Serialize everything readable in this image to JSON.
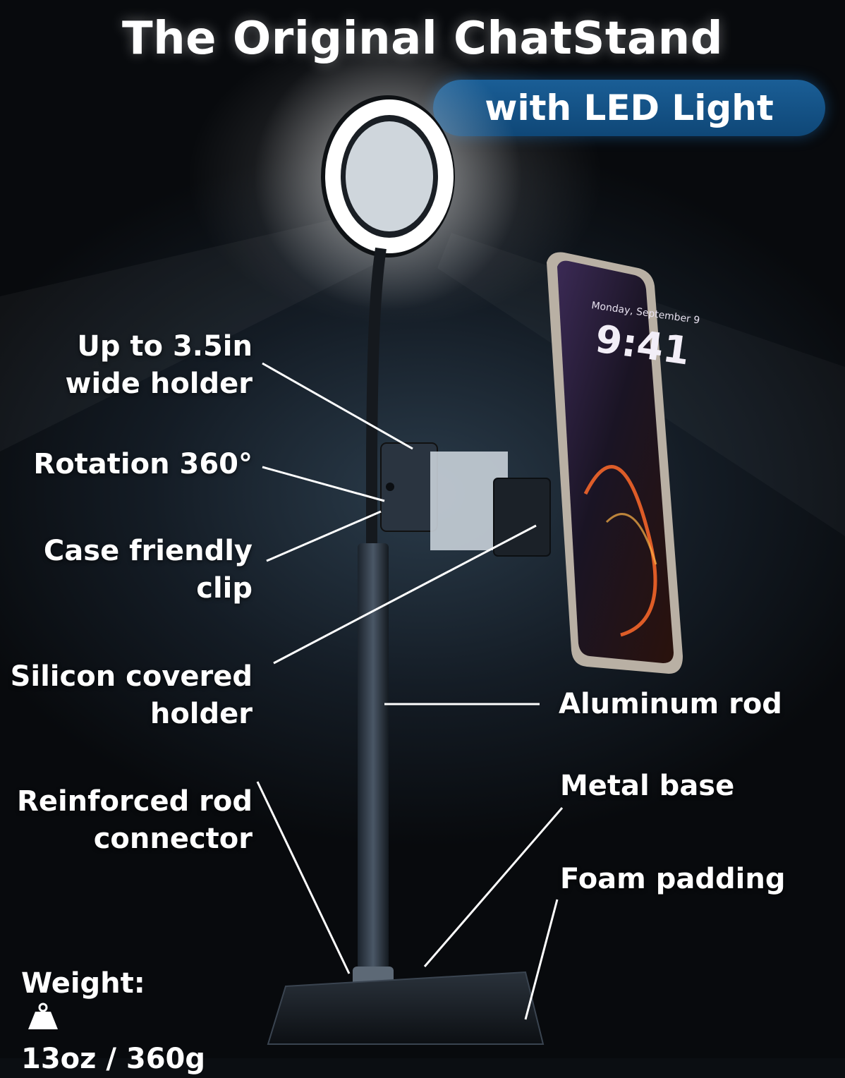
{
  "header": {
    "title": "The Original ChatStand",
    "subtitle": "with LED Light"
  },
  "callouts": {
    "holder_width": {
      "line1": "Up to 3.5in",
      "line2": "wide holder"
    },
    "rotation": {
      "line1": "Rotation 360°"
    },
    "case_clip": {
      "line1": "Case friendly",
      "line2": "clip"
    },
    "silicon_holder": {
      "line1": "Silicon covered",
      "line2": "holder"
    },
    "rod_connector": {
      "line1": "Reinforced rod",
      "line2": "connector"
    },
    "aluminum_rod": {
      "line1": "Aluminum rod"
    },
    "metal_base": {
      "line1": "Metal base"
    },
    "foam_padding": {
      "line1": "Foam padding"
    }
  },
  "weight": {
    "label": "Weight:",
    "value": "13oz / 360g",
    "icon": "weight-icon"
  },
  "phone_screen": {
    "date": "Monday, September 9",
    "time": "9:41"
  },
  "colors": {
    "accent_pill": "#15507f",
    "text": "#ffffff",
    "background": "#121a22"
  }
}
